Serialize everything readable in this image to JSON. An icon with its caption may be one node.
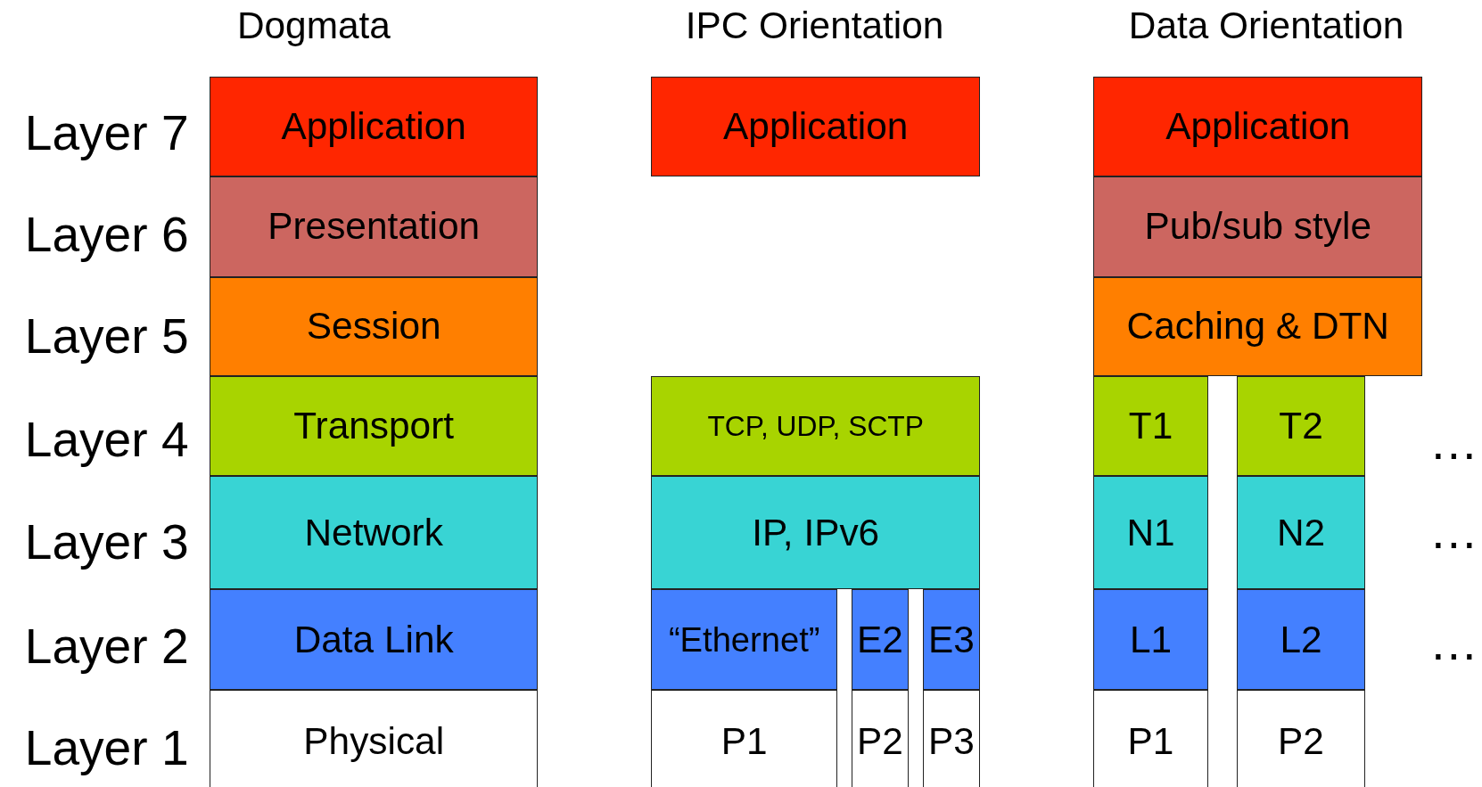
{
  "diagram": {
    "nodes": [
      {
        "text": [
          "Application"
        ]
      },
      {
        "text": [
          "Application"
        ]
      },
      {
        "text": [
          "Application"
        ]
      },
      {
        "text": [
          "Presentation"
        ]
      },
      {
        "text": [
          "Pub/sub style"
        ]
      },
      {
        "text": [
          "Session"
        ]
      },
      {
        "text": [
          "Caching & DTN"
        ]
      },
      {
        "text": [
          "Transport"
        ]
      },
      {
        "text": [
          "TCP, UDP, SCTP"
        ]
      },
      {
        "text": [
          "T1"
        ]
      },
      {
        "text": [
          "T2"
        ]
      },
      {
        "text": [
          "Network"
        ]
      },
      {
        "text": [
          "IP, IPv6"
        ]
      },
      {
        "text": [
          "N1"
        ]
      },
      {
        "text": [
          "N2"
        ]
      },
      {
        "text": [
          "Data Link"
        ]
      },
      {
        "text": [
          "“Ethernet”"
        ]
      },
      {
        "text": [
          "E2"
        ]
      },
      {
        "text": [
          "E3"
        ]
      },
      {
        "text": [
          "L1"
        ]
      },
      {
        "text": [
          "L2"
        ]
      },
      {
        "text": [
          "Physical"
        ]
      },
      {
        "text": [
          "P1"
        ]
      },
      {
        "text": [
          "P2"
        ]
      },
      {
        "text": [
          "P3"
        ]
      },
      {
        "text": [
          "P1"
        ]
      },
      {
        "text": [
          "P2"
        ]
      }
    ],
    "labels": [
      "Dogmata",
      "IPC Orientation",
      "Data Orientation",
      "Layer 7",
      "Layer 6",
      "Layer 5",
      "Layer 4",
      "…",
      "Layer 3",
      "…",
      "Layer 2",
      "…",
      "Layer 1"
    ]
  }
}
